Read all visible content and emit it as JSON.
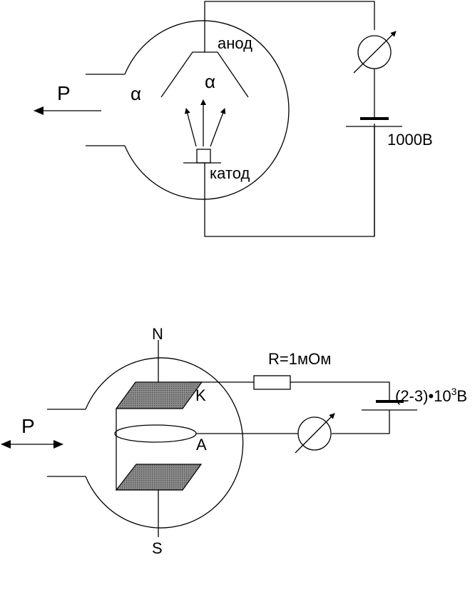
{
  "fig1": {
    "pressure_label": "P",
    "alpha_left": "α",
    "alpha_center": "α",
    "anode_label": "анод",
    "cathode_label": "катод",
    "voltage_label": "1000В"
  },
  "fig2": {
    "north_label": "N",
    "south_label": "S",
    "pressure_label": "P",
    "cathode_plate_label": "K",
    "anode_ring_label": "A",
    "resistor_label": "R=1мОм",
    "voltage_main": "(2-3)•10",
    "voltage_exp": "3",
    "voltage_unit": "В"
  }
}
